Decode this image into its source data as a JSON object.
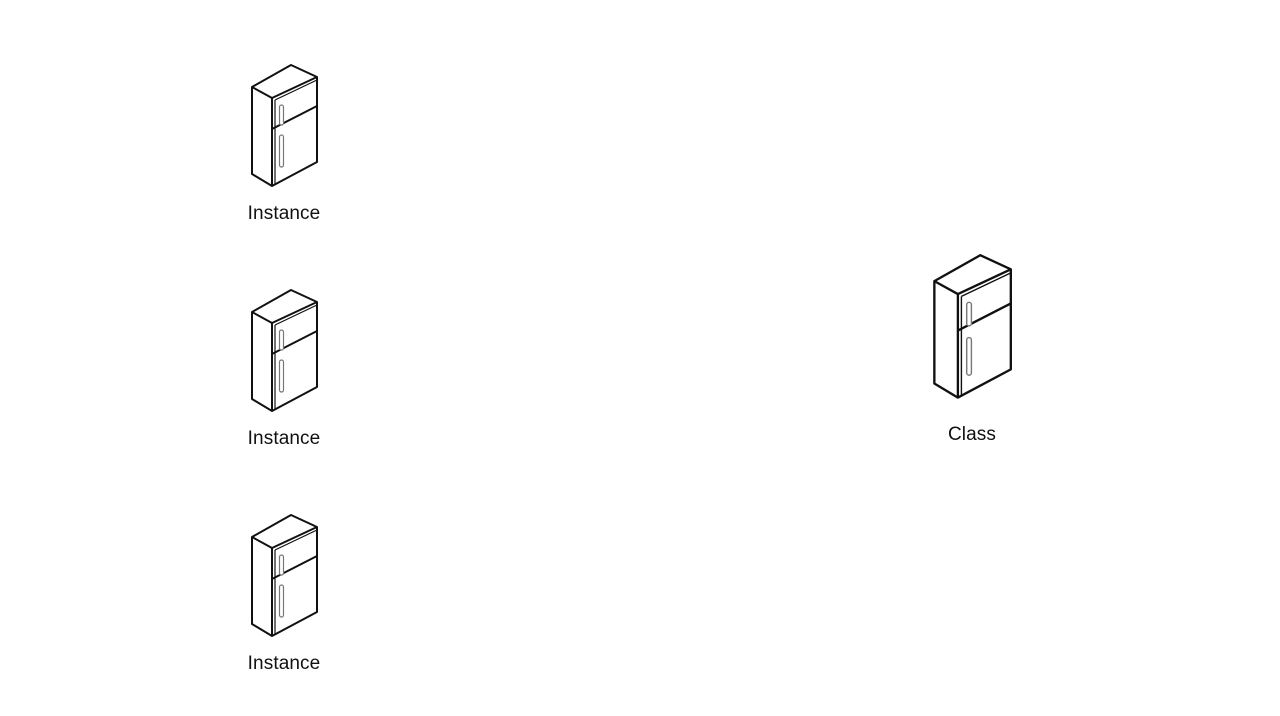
{
  "instances": [
    {
      "label": "Instance",
      "icon": "refrigerator-icon"
    },
    {
      "label": "Instance",
      "icon": "refrigerator-icon"
    },
    {
      "label": "Instance",
      "icon": "refrigerator-icon"
    }
  ],
  "class_node": {
    "label": "Class",
    "icon": "refrigerator-icon"
  },
  "colors": {
    "stroke": "#111111",
    "background": "#ffffff",
    "handle": "#bbbbbb"
  }
}
